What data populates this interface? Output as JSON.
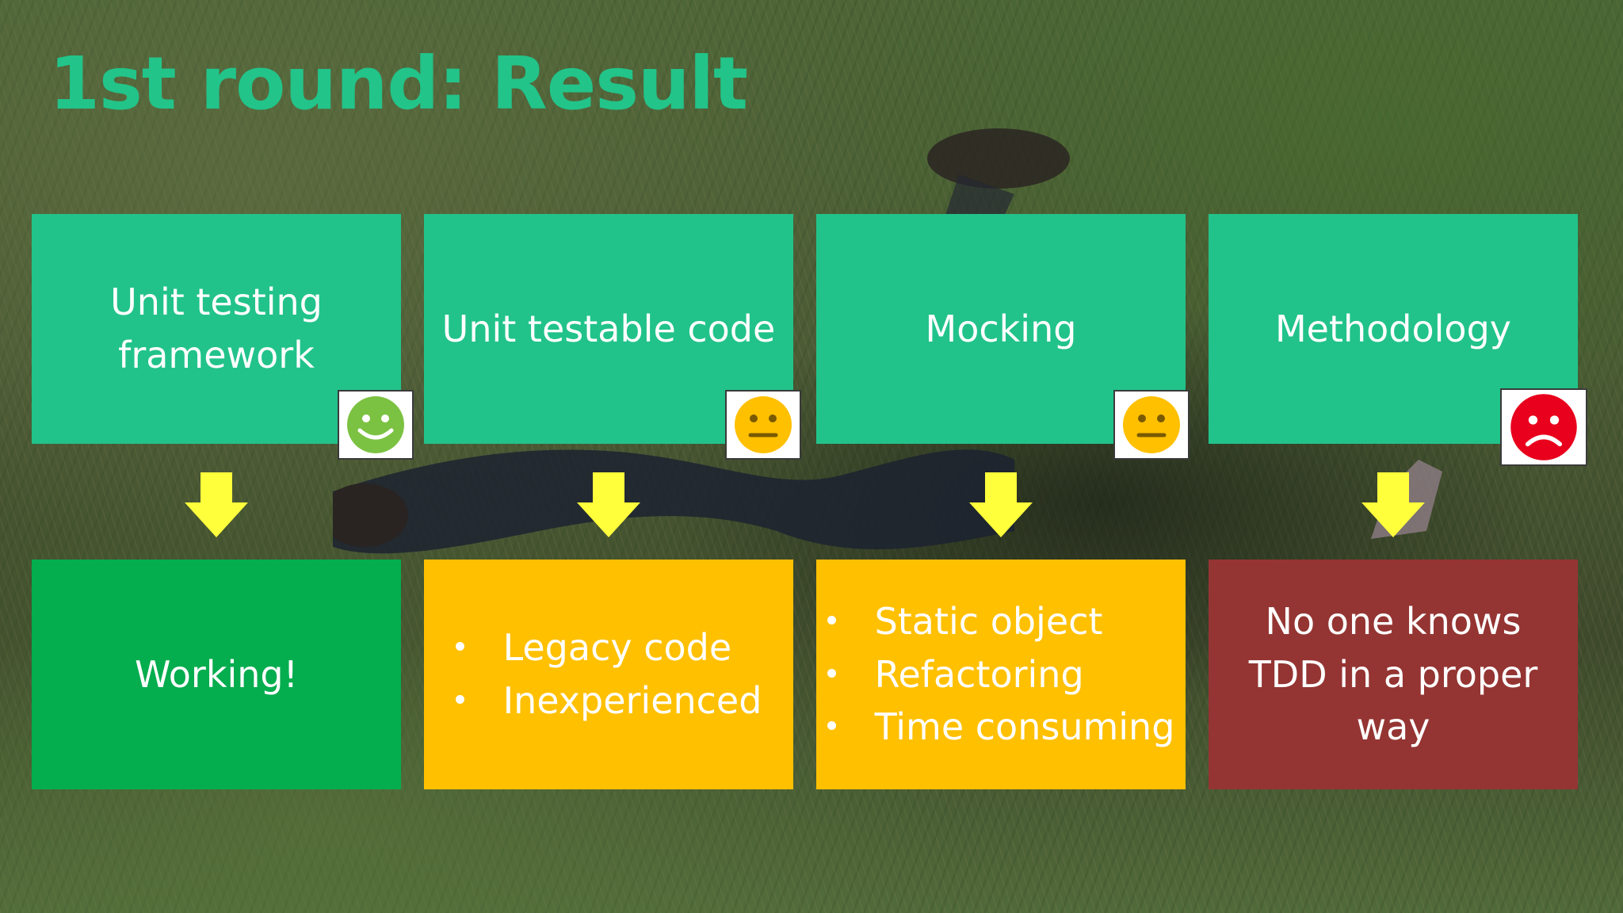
{
  "slide": {
    "title": "1st round: Result"
  },
  "columns": [
    {
      "topic": "Unit testing framework",
      "status": "happy",
      "status_icon": "happy-face-icon",
      "result_text": "Working!"
    },
    {
      "topic": "Unit testable code",
      "status": "neutral",
      "status_icon": "neutral-face-icon",
      "result_bullets": [
        "Legacy code",
        "Inexperienced"
      ]
    },
    {
      "topic": "Mocking",
      "status": "neutral",
      "status_icon": "neutral-face-icon",
      "result_bullets": [
        "Static object",
        "Refactoring",
        "Time consuming"
      ]
    },
    {
      "topic": "Methodology",
      "status": "sad",
      "status_icon": "sad-face-icon",
      "result_text": "No one knows TDD in a proper way"
    }
  ],
  "colors": {
    "title": "#22c48a",
    "topic_box": "#21c38b",
    "result_good": "#04ad4e",
    "result_warning": "#ffc000",
    "result_bad": "#943533",
    "arrow": "#ffff3c",
    "face_happy": "#7cc242",
    "face_neutral": "#ffc000",
    "face_sad": "#e8001c"
  },
  "background": "grass-photo-with-fallen-person"
}
